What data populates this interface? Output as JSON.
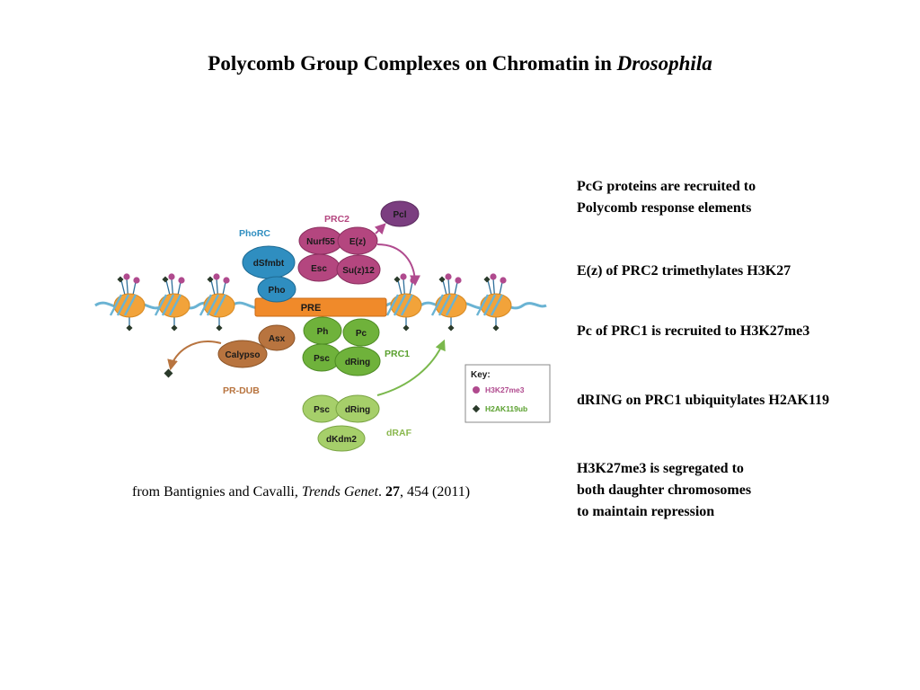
{
  "title": {
    "main": "Polycomb Group Complexes on Chromatin in",
    "italic": "Drosophila"
  },
  "bullets": [
    {
      "lines": [
        "PcG proteins are recruited to",
        "Polycomb response elements"
      ]
    },
    {
      "lines": [
        "E(z) of PRC2 trimethylates H3K27"
      ]
    },
    {
      "lines": [
        "Pc of PRC1 is recruited to H3K27me3"
      ]
    },
    {
      "lines": [
        "dRING on PRC1 ubiquitylates H2AK119"
      ]
    },
    {
      "lines": [
        "H3K27me3 is segregated to",
        "both daughter chromosomes",
        "to maintain repression"
      ]
    }
  ],
  "citation": {
    "prefix": "from Bantignies and Cavalli,",
    "journal": "Trends Genet",
    "sep": ".",
    "volume": "27",
    "pages": ", 454 (2011)"
  },
  "diagram": {
    "complex_labels": {
      "phorc": "PhoRC",
      "prc2": "PRC2",
      "prc1": "PRC1",
      "prdub": "PR-DUB",
      "draf": "dRAF"
    },
    "proteins": {
      "pcl": "Pcl",
      "nurf55": "Nurf55",
      "ez": "E(z)",
      "esc": "Esc",
      "suz12": "Su(z)12",
      "dsfmbt": "dSfmbt",
      "pho": "Pho",
      "ph": "Ph",
      "pc": "Pc",
      "psc": "Psc",
      "dring": "dRing",
      "asx": "Asx",
      "calypso": "Calypso",
      "psc2": "Psc",
      "dring2": "dRing",
      "dkdm2": "dKdm2"
    },
    "pre_label": "PRE",
    "key": {
      "title": "Key:",
      "h3k27me3": "H3K27me3",
      "h2ak119ub": "H2AK119ub"
    },
    "colors": {
      "prc2": "#b4467f",
      "phorc": "#2f8ec0",
      "prc1": "#6fb23b",
      "draf": "#a6cf6a",
      "prdub": "#b8743f",
      "nucleosome": "#f2a33a",
      "pre": "#f08a2a",
      "dna": "#6ab3d3",
      "stalk": "#2e6f9a",
      "mark_me3": "#b04a8e",
      "mark_ub": "#2a3a2a"
    }
  }
}
